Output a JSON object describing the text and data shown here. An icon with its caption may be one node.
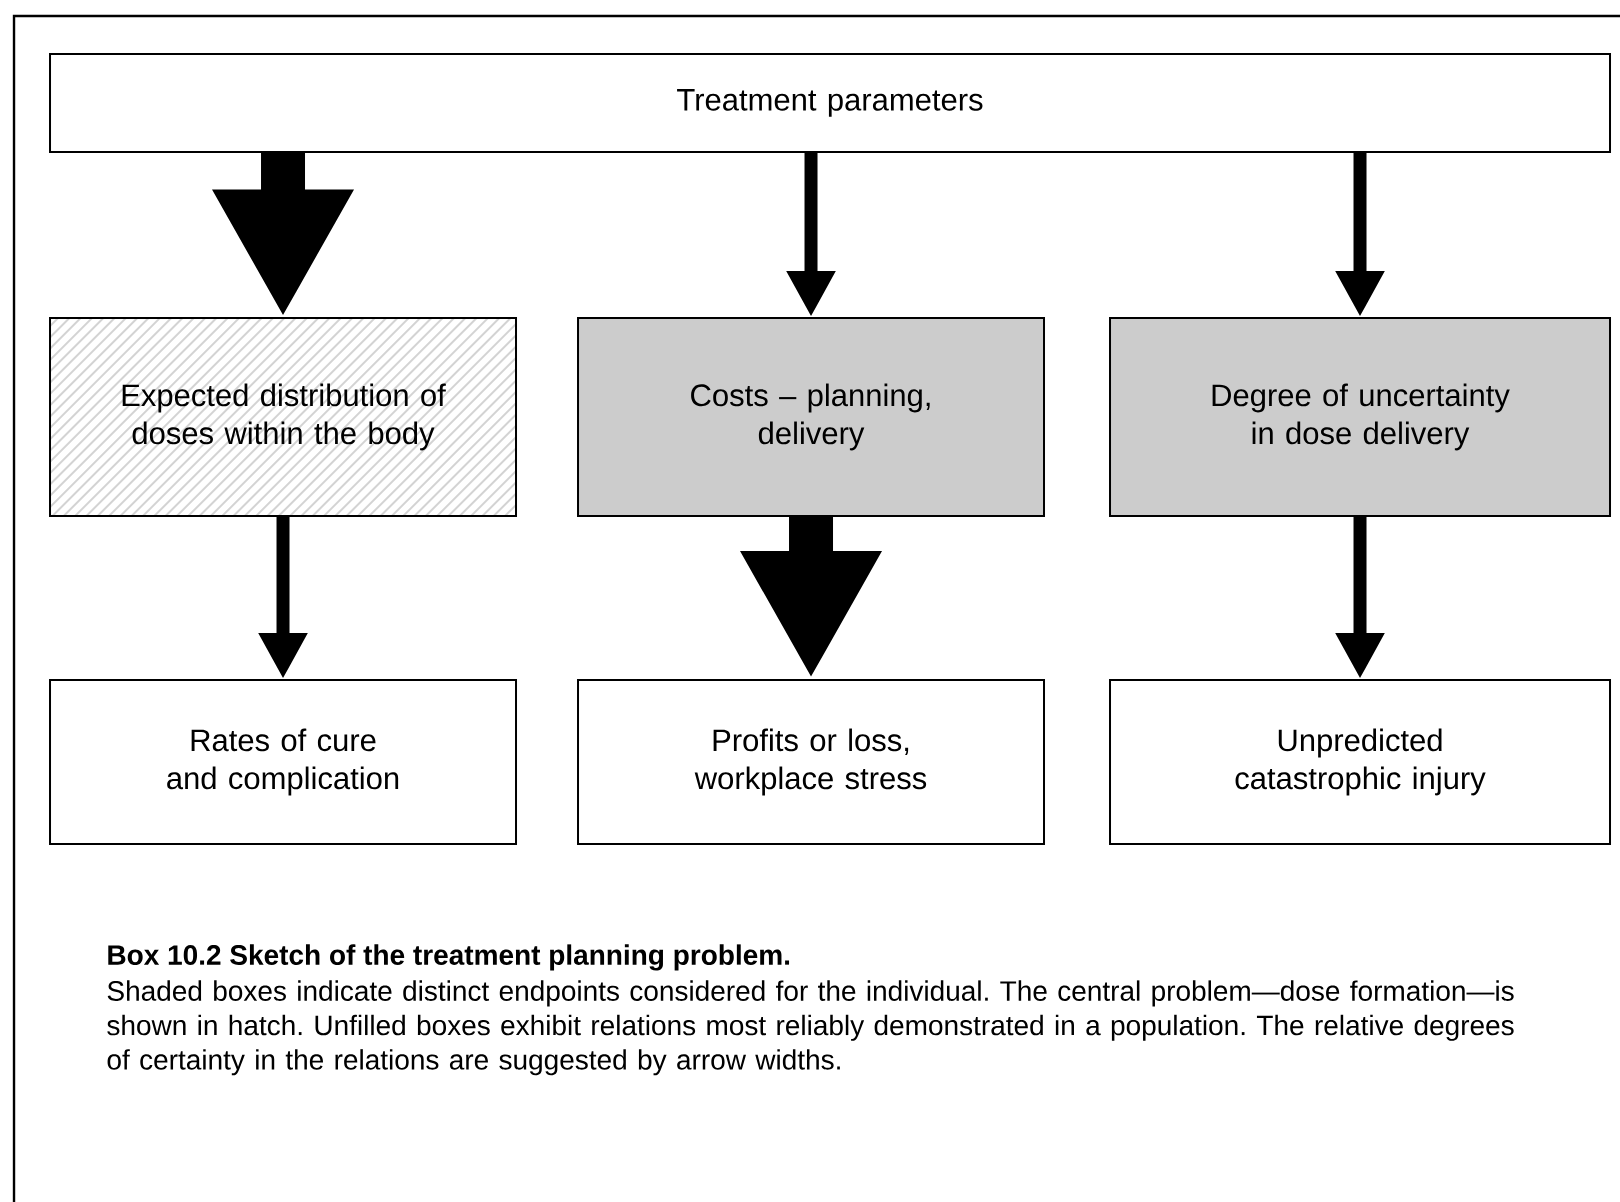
{
  "diagram": {
    "caption": "Box 10.2 Sketch of the treatment planning problem.",
    "nodes": [
      {
        "text": [
          "Treatment parameters"
        ]
      },
      {
        "text": [
          "Expected distribution of doses within the body"
        ]
      },
      {
        "text": [
          "Costs – planning, delivery"
        ]
      },
      {
        "text": [
          "Degree of uncertainty in dose delivery"
        ]
      },
      {
        "text": [
          "Rates of cure and complication"
        ]
      },
      {
        "text": [
          "Profits or loss, workplace stress"
        ]
      },
      {
        "text": [
          "Unpredicted catastrophic injury"
        ]
      }
    ],
    "edges": [
      {
        "from": 0,
        "to": 1,
        "arrow": "to",
        "style": "thick"
      },
      {
        "from": 0,
        "to": 2,
        "arrow": "to"
      },
      {
        "from": 0,
        "to": 3,
        "arrow": "to"
      },
      {
        "from": 1,
        "to": 4,
        "arrow": "to"
      },
      {
        "from": 2,
        "to": 5,
        "arrow": "to",
        "style": "thick"
      },
      {
        "from": 3,
        "to": 6,
        "arrow": "to"
      }
    ],
    "labels": [
      "Shaded boxes indicate distinct endpoints considered for the individual. The central problem—dose formation—is shown in hatch. Unfilled boxes exhibit relations most reliably demonstrated in a population. The relative degrees of certainty in the relations are suggested by arrow widths."
    ]
  }
}
